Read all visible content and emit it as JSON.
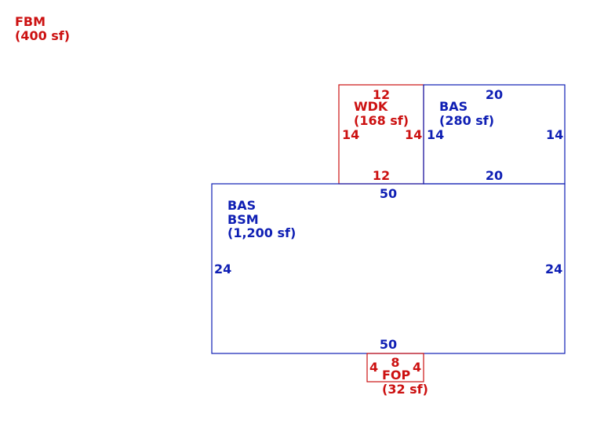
{
  "colors": {
    "red": "#cc1111",
    "blue": "#0f1fb4"
  },
  "fbm": {
    "line1": "FBM",
    "line2": "(400 sf)"
  },
  "wdk": {
    "line1": "WDK",
    "line2": "(168 sf)",
    "top": "12",
    "bottom": "12",
    "left": "14",
    "right": "14"
  },
  "bas_upper": {
    "line1": "BAS",
    "line2": "(280 sf)",
    "top": "20",
    "bottom": "20",
    "left": "14",
    "right": "14"
  },
  "main": {
    "line1": "BAS",
    "line2": "BSM",
    "line3": "(1,200 sf)",
    "top": "50",
    "bottom": "50",
    "left": "24",
    "right": "24"
  },
  "fop": {
    "line1": "FOP",
    "line2": "(32 sf)",
    "top": "8",
    "left": "4",
    "right": "4"
  }
}
